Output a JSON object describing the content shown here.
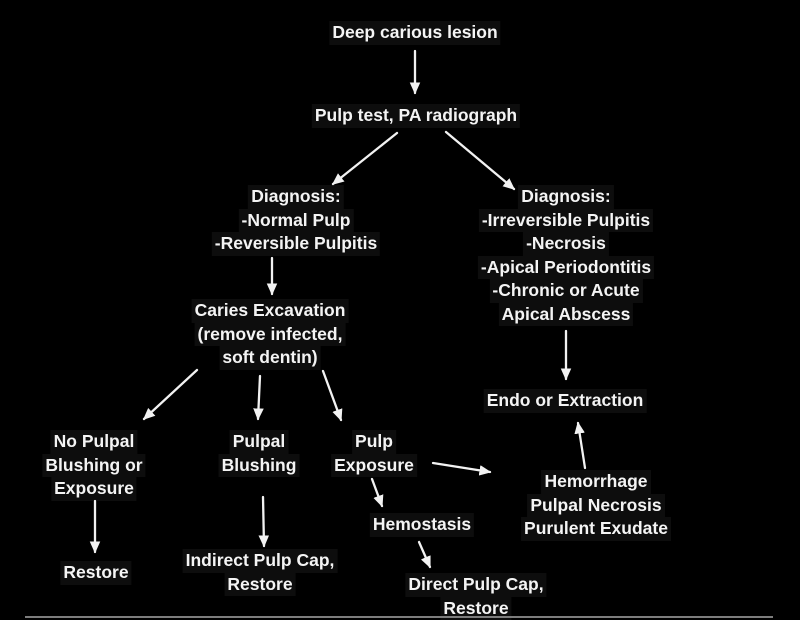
{
  "title": "Deep carious lesion decision flowchart",
  "colors": {
    "background": "#000000",
    "text": "#f4f4f4",
    "arrow": "#f2f2f2",
    "divider": "#7d7d7d"
  },
  "nodes": {
    "deep_carious_lesion": {
      "lines": [
        "Deep carious lesion"
      ]
    },
    "pulp_test": {
      "lines": [
        "Pulp test, PA radiograph"
      ]
    },
    "diagnosis_left": {
      "lines": [
        "Diagnosis:",
        "-Normal Pulp",
        "-Reversible Pulpitis"
      ]
    },
    "diagnosis_right": {
      "lines": [
        "Diagnosis:",
        "-Irreversible Pulpitis",
        "-Necrosis",
        "-Apical Periodontitis",
        "-Chronic or Acute",
        "Apical Abscess"
      ]
    },
    "caries_excavation": {
      "lines": [
        "Caries Excavation",
        "(remove infected,",
        "soft dentin)"
      ]
    },
    "no_pulpal_blushing": {
      "lines": [
        "No Pulpal",
        "Blushing or",
        "Exposure"
      ]
    },
    "pulpal_blushing": {
      "lines": [
        "Pulpal",
        "Blushing"
      ]
    },
    "pulp_exposure": {
      "lines": [
        "Pulp",
        "Exposure"
      ]
    },
    "restore_left": {
      "lines": [
        "Restore"
      ]
    },
    "indirect_pulp_cap": {
      "lines": [
        "Indirect Pulp Cap,",
        "Restore"
      ]
    },
    "hemostasis": {
      "lines": [
        "Hemostasis"
      ]
    },
    "direct_pulp_cap": {
      "lines": [
        "Direct Pulp Cap,",
        "Restore"
      ]
    },
    "endo_or_extraction": {
      "lines": [
        "Endo or Extraction"
      ]
    },
    "hemorrhage": {
      "lines": [
        "Hemorrhage",
        "Pulpal Necrosis",
        "Purulent Exudate"
      ]
    }
  },
  "edges": [
    {
      "from": "deep_carious_lesion",
      "to": "pulp_test"
    },
    {
      "from": "pulp_test",
      "to": "diagnosis_left"
    },
    {
      "from": "pulp_test",
      "to": "diagnosis_right"
    },
    {
      "from": "diagnosis_left",
      "to": "caries_excavation"
    },
    {
      "from": "diagnosis_right",
      "to": "endo_or_extraction"
    },
    {
      "from": "caries_excavation",
      "to": "no_pulpal_blushing"
    },
    {
      "from": "caries_excavation",
      "to": "pulpal_blushing"
    },
    {
      "from": "caries_excavation",
      "to": "pulp_exposure"
    },
    {
      "from": "no_pulpal_blushing",
      "to": "restore_left"
    },
    {
      "from": "pulpal_blushing",
      "to": "indirect_pulp_cap"
    },
    {
      "from": "pulp_exposure",
      "to": "hemostasis"
    },
    {
      "from": "pulp_exposure",
      "to": "hemorrhage"
    },
    {
      "from": "hemostasis",
      "to": "direct_pulp_cap"
    },
    {
      "from": "hemorrhage",
      "to": "endo_or_extraction"
    }
  ]
}
